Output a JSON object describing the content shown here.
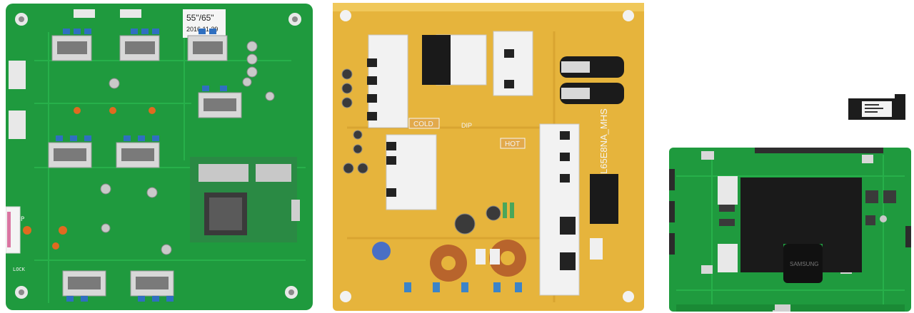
{
  "boards": {
    "led_driver": {
      "label_size": "55\"/65\"",
      "label_date": "2016.11.29",
      "mark_dip": "DIP",
      "mark_lock": "LOCK",
      "colors": {
        "pcb": "#1f9a3e",
        "pcb_dark": "#167a30",
        "trace": "#27b04a"
      }
    },
    "power_supply": {
      "model_text": "L65E8NA_MHS",
      "mark_cold": "COLD",
      "mark_hot": "HOT",
      "mark_dip": "DIP",
      "colors": {
        "pcb": "#e6b43c",
        "pcb_light": "#f0c85a",
        "trace": "#d9a531"
      }
    },
    "wifi_module": {
      "colors": {
        "body": "#1c1c1c"
      }
    },
    "main_board": {
      "shield_text": "SAMSUNG",
      "colors": {
        "pcb": "#1f9a3e",
        "shield": "#1a1a1a"
      }
    }
  }
}
